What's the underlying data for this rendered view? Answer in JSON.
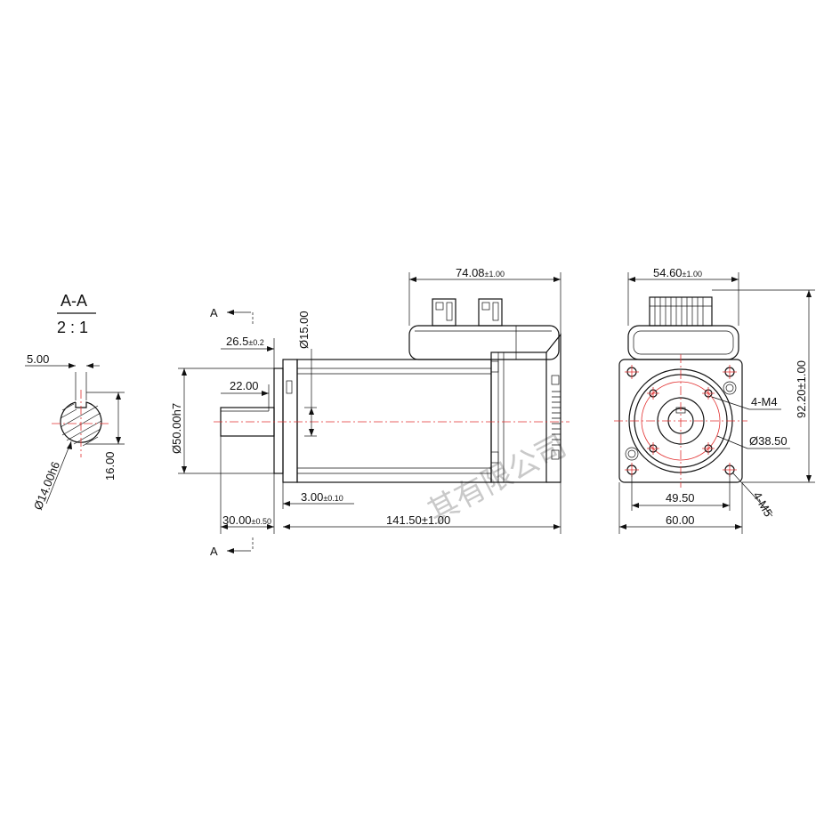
{
  "section_view": {
    "title": "A-A",
    "scale": "2 : 1",
    "dims": {
      "key_width": "5.00",
      "key_depth": "16.00",
      "shaft_diameter": "Ø14.00h6"
    }
  },
  "side_view": {
    "section_marker_top": "A",
    "section_marker_bottom": "A",
    "dims": {
      "key_length_main": "26.5",
      "key_length_tol": "±0.2",
      "key_length": "22.00",
      "shoulder_diameter": "Ø15.00",
      "pilot_diameter": "Ø50.00h7",
      "flange_thickness_main": "3.00",
      "flange_thickness_tol": "±0.10",
      "shaft_length_main": "30.00",
      "shaft_length_tol": "±0.50",
      "body_length": "141.50±1.00",
      "driver_length_main": "74.08",
      "driver_length_tol": "±1.00"
    }
  },
  "front_view": {
    "dims": {
      "driver_width_main": "54.60",
      "driver_width_tol": "±1.00",
      "total_height": "92.20±1.00",
      "tapped_holes_inner": "4-M4",
      "bolt_circle": "Ø38.50",
      "hole_spacing": "49.50",
      "mounting_holes": "4-M5",
      "flange_size": "60.00"
    }
  },
  "watermark": "其有限公司",
  "colors": {
    "line": "#111111",
    "centerline": "#e23030",
    "watermark": "#8a8a8a"
  }
}
